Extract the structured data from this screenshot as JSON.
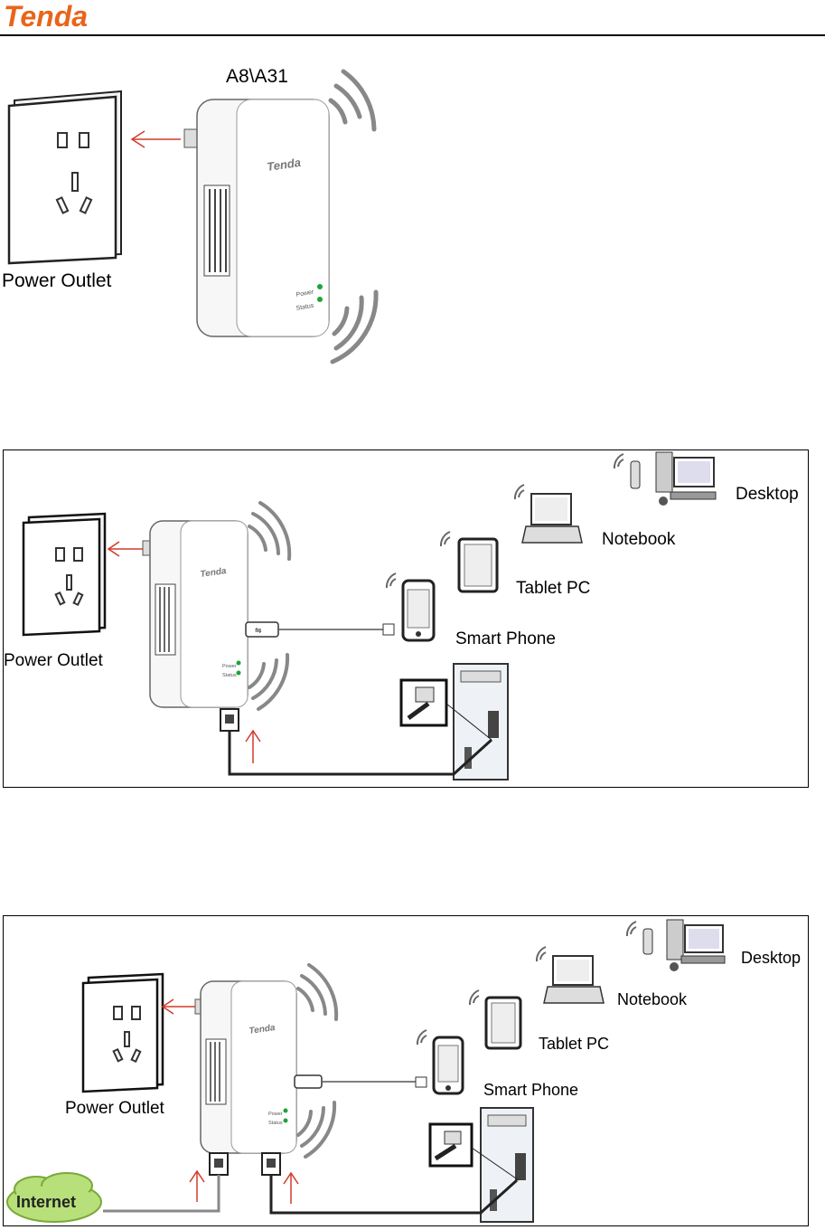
{
  "brand": {
    "logo_text": "Tenda",
    "device_brand": "Tenda",
    "color": "#e8651a"
  },
  "figure1": {
    "model_label": "A8\\A31",
    "outlet_label": "Power Outlet",
    "led_labels": [
      "Power",
      "Status"
    ]
  },
  "figure2": {
    "outlet_label": "Power Outlet",
    "devices": [
      "Desktop",
      "Notebook",
      "Tablet PC",
      "Smart Phone"
    ],
    "led_labels": [
      "Power",
      "Status"
    ]
  },
  "figure3": {
    "outlet_label": "Power Outlet",
    "devices": [
      "Desktop",
      "Notebook",
      "Tablet PC",
      "Smart Phone"
    ],
    "internet_label": "Internet",
    "led_labels": [
      "Power",
      "Status"
    ]
  },
  "colors": {
    "arrow": "#d23a2a",
    "led": "#1fa23a",
    "cloud": "#b7df7a"
  }
}
